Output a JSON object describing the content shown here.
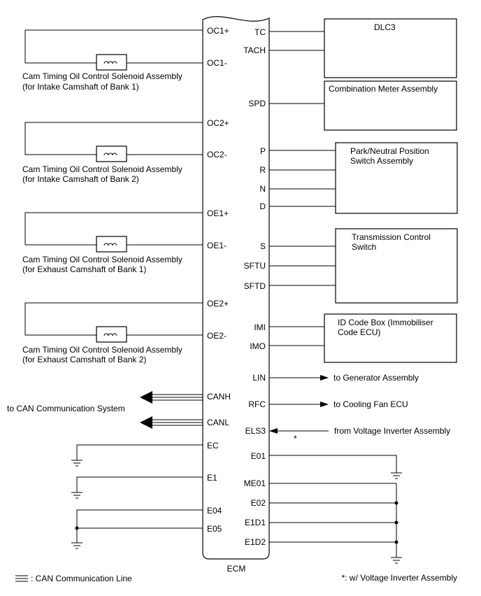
{
  "ecm": {
    "label": "ECM"
  },
  "left_pins": [
    "OC1+",
    "OC1-",
    "OC2+",
    "OC2-",
    "OE1+",
    "OE1-",
    "OE2+",
    "OE2-",
    "CANH",
    "CANL",
    "EC",
    "E1",
    "E04",
    "E05"
  ],
  "right_pins": [
    "TC",
    "TACH",
    "SPD",
    "P",
    "R",
    "N",
    "D",
    "S",
    "SFTU",
    "SFTD",
    "IMI",
    "IMO",
    "LIN",
    "RFC",
    "ELS3",
    "E01",
    "ME01",
    "E02",
    "E1D1",
    "E1D2"
  ],
  "solenoids": [
    {
      "line1": "Cam Timing Oil Control Solenoid Assembly",
      "line2": "(for Intake Camshaft of Bank 1)"
    },
    {
      "line1": "Cam Timing Oil Control Solenoid Assembly",
      "line2": "(for Intake Camshaft of Bank 2)"
    },
    {
      "line1": "Cam Timing Oil Control Solenoid Assembly",
      "line2": "(for Exhaust Camshaft of Bank 1)"
    },
    {
      "line1": "Cam Timing Oil Control Solenoid Assembly",
      "line2": "(for Exhaust Camshaft of Bank 2)"
    }
  ],
  "components": {
    "dlc3": "DLC3",
    "combination_meter": "Combination Meter Assembly",
    "park_neutral": {
      "line1": "Park/Neutral Position",
      "line2": "Switch Assembly"
    },
    "transmission_switch": {
      "line1": "Transmission Control",
      "line2": "Switch"
    },
    "id_code_box": {
      "line1": "ID Code Box (Immobiliser",
      "line2": "Code ECU)"
    }
  },
  "connections": {
    "to_generator": "to Generator Assembly",
    "to_cooling_fan": "to Cooling Fan ECU",
    "from_inverter": "from Voltage Inverter Assembly",
    "to_can": "to CAN Communication System"
  },
  "notes": {
    "asterisk": "*",
    "footnote": "*: w/ Voltage Inverter Assembly",
    "legend": ": CAN Communication Line"
  }
}
